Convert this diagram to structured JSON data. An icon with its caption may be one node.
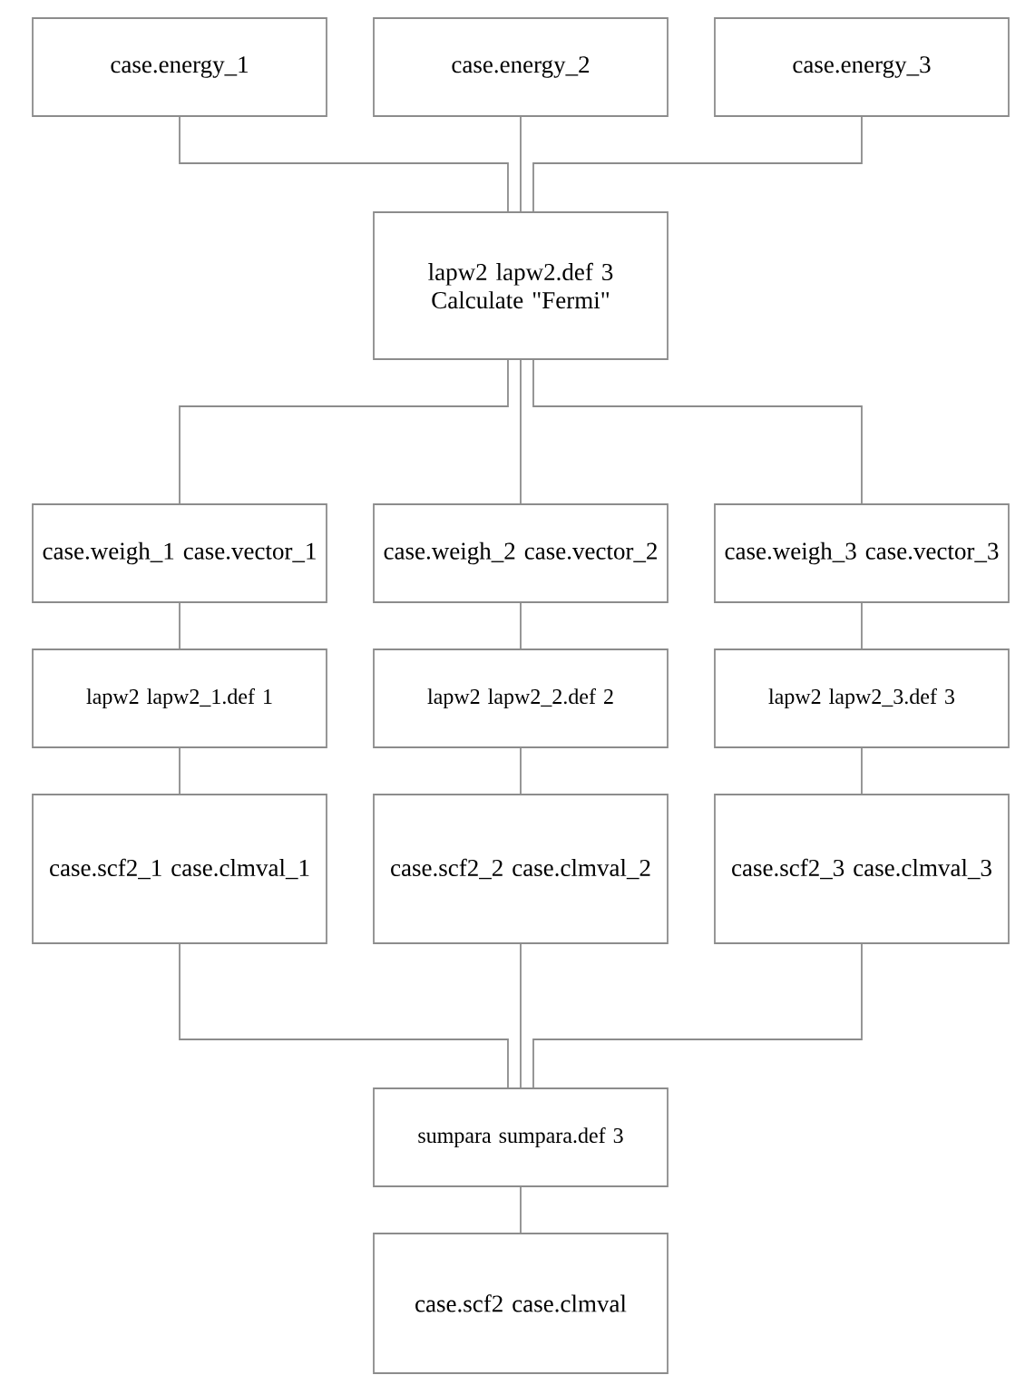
{
  "diagram": {
    "nodes": [
      {
        "text": [
          "case.energy_1"
        ]
      },
      {
        "text": [
          "case.energy_2"
        ]
      },
      {
        "text": [
          "case.energy_3"
        ]
      },
      {
        "text": [
          "lapw2 lapw2.def 3 Calculate \"Fermi\""
        ]
      },
      {
        "text": [
          "case.weigh_1 case.vector_1"
        ]
      },
      {
        "text": [
          "case.weigh_2 case.vector_2"
        ]
      },
      {
        "text": [
          "case.weigh_3 case.vector_3"
        ]
      },
      {
        "text": [
          "lapw2 lapw2_1.def 1"
        ]
      },
      {
        "text": [
          "lapw2 lapw2_2.def 2"
        ]
      },
      {
        "text": [
          "lapw2 lapw2_3.def 3"
        ]
      },
      {
        "text": [
          "case.scf2_1 case.clmval_1"
        ]
      },
      {
        "text": [
          "case.scf2_2 case.clmval_2"
        ]
      },
      {
        "text": [
          "case.scf2_3 case.clmval_3"
        ]
      },
      {
        "text": [
          "sumpara sumpara.def 3"
        ]
      },
      {
        "text": [
          "case.scf2 case.clmval"
        ]
      }
    ],
    "edges": [
      {
        "from": 0,
        "to": 3,
        "arrow": "none"
      },
      {
        "from": 1,
        "to": 3,
        "arrow": "none"
      },
      {
        "from": 2,
        "to": 3,
        "arrow": "none"
      },
      {
        "from": 3,
        "to": 4,
        "arrow": "none"
      },
      {
        "from": 3,
        "to": 5,
        "arrow": "none"
      },
      {
        "from": 3,
        "to": 6,
        "arrow": "none"
      },
      {
        "from": 4,
        "to": 7,
        "arrow": "none"
      },
      {
        "from": 5,
        "to": 8,
        "arrow": "none"
      },
      {
        "from": 6,
        "to": 9,
        "arrow": "none"
      },
      {
        "from": 7,
        "to": 10,
        "arrow": "none"
      },
      {
        "from": 8,
        "to": 11,
        "arrow": "none"
      },
      {
        "from": 9,
        "to": 12,
        "arrow": "none"
      },
      {
        "from": 10,
        "to": 13,
        "arrow": "none"
      },
      {
        "from": 11,
        "to": 13,
        "arrow": "none"
      },
      {
        "from": 12,
        "to": 13,
        "arrow": "none"
      },
      {
        "from": 13,
        "to": 14,
        "arrow": "none"
      }
    ]
  }
}
